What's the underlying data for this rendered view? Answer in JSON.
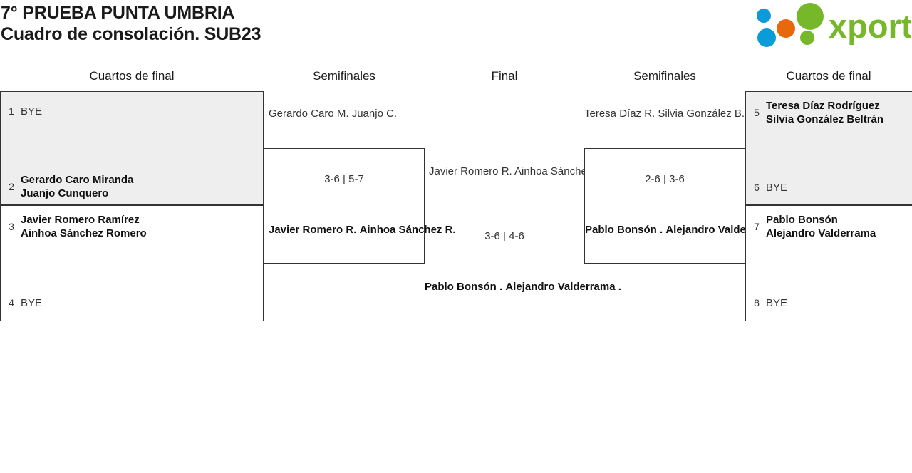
{
  "header": {
    "title_line_1": "7° PRUEBA PUNTA UMBRIA",
    "title_line_2": "Cuadro de consolación. SUB23",
    "logo_text": "xporty",
    "logo_colors": {
      "green": "#76b82a",
      "blue": "#0a9bd8",
      "orange": "#e8690b"
    }
  },
  "columns": {
    "left_quarters": "Cuartos de final",
    "left_semis": "Semifinales",
    "final": "Final",
    "right_semis": "Semifinales",
    "right_quarters": "Cuartos de final"
  },
  "bracket": {
    "left_quarterfinals": [
      {
        "box_shaded": true,
        "top": {
          "seed": "1",
          "players": [
            "BYE"
          ],
          "winner": false
        },
        "bottom": {
          "seed": "2",
          "players": [
            "Gerardo Caro Miranda",
            "Juanjo Cunquero"
          ],
          "winner": true
        }
      },
      {
        "box_shaded": false,
        "top": {
          "seed": "3",
          "players": [
            "Javier Romero Ramírez",
            "Ainhoa Sánchez Romero"
          ],
          "winner": true
        },
        "bottom": {
          "seed": "4",
          "players": [
            "BYE"
          ],
          "winner": false
        }
      }
    ],
    "left_semifinal": {
      "top_players": [
        "Gerardo Caro M.",
        "Juanjo C."
      ],
      "top_winner": false,
      "score": "3-6 | 5-7",
      "bottom_players": [
        "Javier Romero R.",
        "Ainhoa Sánchez R."
      ],
      "bottom_winner": true
    },
    "final": {
      "top_players": [
        "Javier Romero R.",
        "Ainhoa Sánchez R."
      ],
      "top_winner": false,
      "score": "3-6 | 4-6",
      "bottom_players": [
        "Pablo Bonsón .",
        "Alejandro Valderrama ."
      ],
      "bottom_winner": true
    },
    "right_semifinal": {
      "top_players": [
        "Teresa Díaz R.",
        "Silvia González B."
      ],
      "top_winner": false,
      "score": "2-6 | 3-6",
      "bottom_players": [
        "Pablo Bonsón .",
        "Alejandro Valderrama ."
      ],
      "bottom_winner": true
    },
    "right_quarterfinals": [
      {
        "box_shaded": true,
        "top": {
          "seed": "5",
          "players": [
            "Teresa Díaz Rodríguez",
            "Silvia González Beltrán"
          ],
          "winner": true
        },
        "bottom": {
          "seed": "6",
          "players": [
            "BYE"
          ],
          "winner": false
        }
      },
      {
        "box_shaded": false,
        "top": {
          "seed": "7",
          "players": [
            "Pablo Bonsón",
            "Alejandro Valderrama"
          ],
          "winner": true
        },
        "bottom": {
          "seed": "8",
          "players": [
            "BYE"
          ],
          "winner": false
        }
      }
    ]
  }
}
